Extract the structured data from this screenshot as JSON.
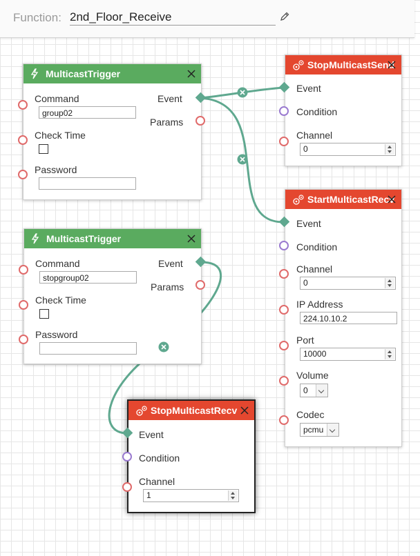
{
  "header": {
    "function_label": "Function:",
    "function_value": "2nd_Floor_Receive"
  },
  "colors": {
    "trigger_header": "#5aab5f",
    "action_header": "#e4472f",
    "wire": "#5fa88f"
  },
  "nodes": {
    "trigger1": {
      "title": "MulticastTrigger",
      "command_label": "Command",
      "command_value": "group02",
      "check_time_label": "Check Time",
      "password_label": "Password",
      "password_value": "",
      "event_label": "Event",
      "params_label": "Params"
    },
    "trigger2": {
      "title": "MulticastTrigger",
      "command_label": "Command",
      "command_value": "stopgroup02",
      "check_time_label": "Check Time",
      "password_label": "Password",
      "password_value": "",
      "event_label": "Event",
      "params_label": "Params"
    },
    "stop_send": {
      "title": "StopMulticastSend",
      "event_label": "Event",
      "condition_label": "Condition",
      "channel_label": "Channel",
      "channel_value": "0"
    },
    "start_recv": {
      "title": "StartMulticastRecv",
      "event_label": "Event",
      "condition_label": "Condition",
      "channel_label": "Channel",
      "channel_value": "0",
      "ip_label": "IP Address",
      "ip_value": "224.10.10.2",
      "port_label": "Port",
      "port_value": "10000",
      "volume_label": "Volume",
      "volume_value": "0",
      "codec_label": "Codec",
      "codec_value": "pcmu"
    },
    "stop_recv": {
      "title": "StopMulticastRecv",
      "event_label": "Event",
      "condition_label": "Condition",
      "channel_label": "Channel",
      "channel_value": "1"
    }
  }
}
